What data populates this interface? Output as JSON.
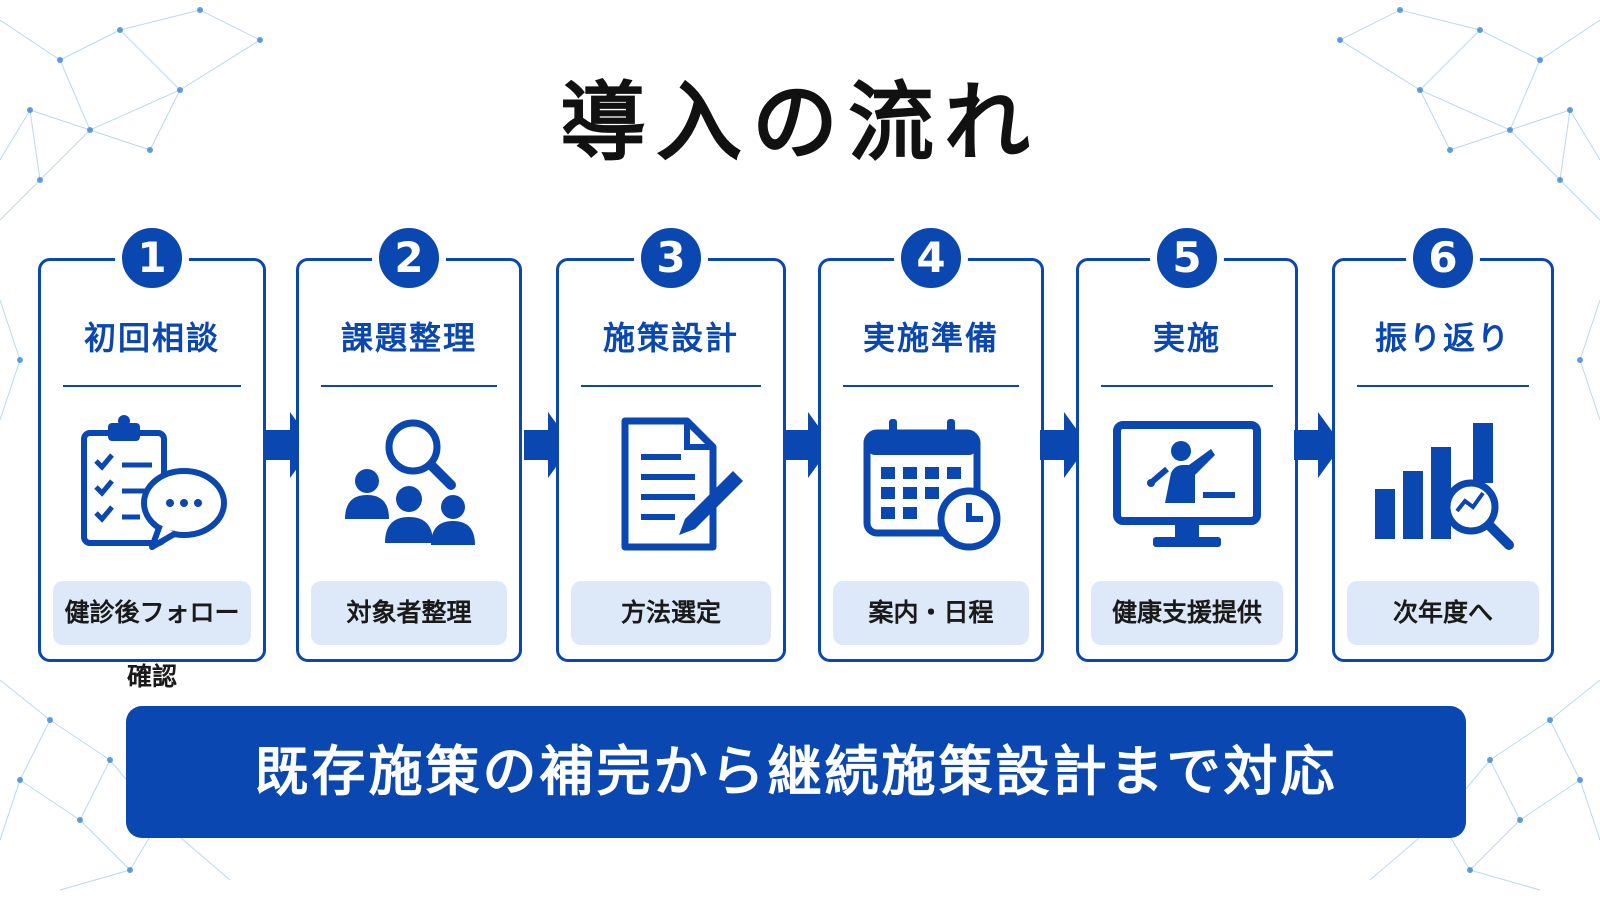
{
  "title": "導入の流れ",
  "steps": [
    {
      "number": "1",
      "title": "初回相談",
      "tag": "健診後フォロー確認",
      "icon": "clipboard-chat-icon"
    },
    {
      "number": "2",
      "title": "課題整理",
      "tag": "対象者整理",
      "icon": "people-search-icon"
    },
    {
      "number": "3",
      "title": "施策設計",
      "tag": "方法選定",
      "icon": "document-pen-icon"
    },
    {
      "number": "4",
      "title": "実施準備",
      "tag": "案内・日程",
      "icon": "calendar-clock-icon"
    },
    {
      "number": "5",
      "title": "実施",
      "tag": "健康支援提供",
      "icon": "presentation-screen-icon"
    },
    {
      "number": "6",
      "title": "振り返り",
      "tag": "次年度へ",
      "icon": "chart-magnifier-icon"
    }
  ],
  "banner": "既存施策の補完から継続施策設計まで対応",
  "colors": {
    "accent": "#0a47b0",
    "tag_bg": "#dde9f8",
    "network": "#7fb6e8"
  }
}
